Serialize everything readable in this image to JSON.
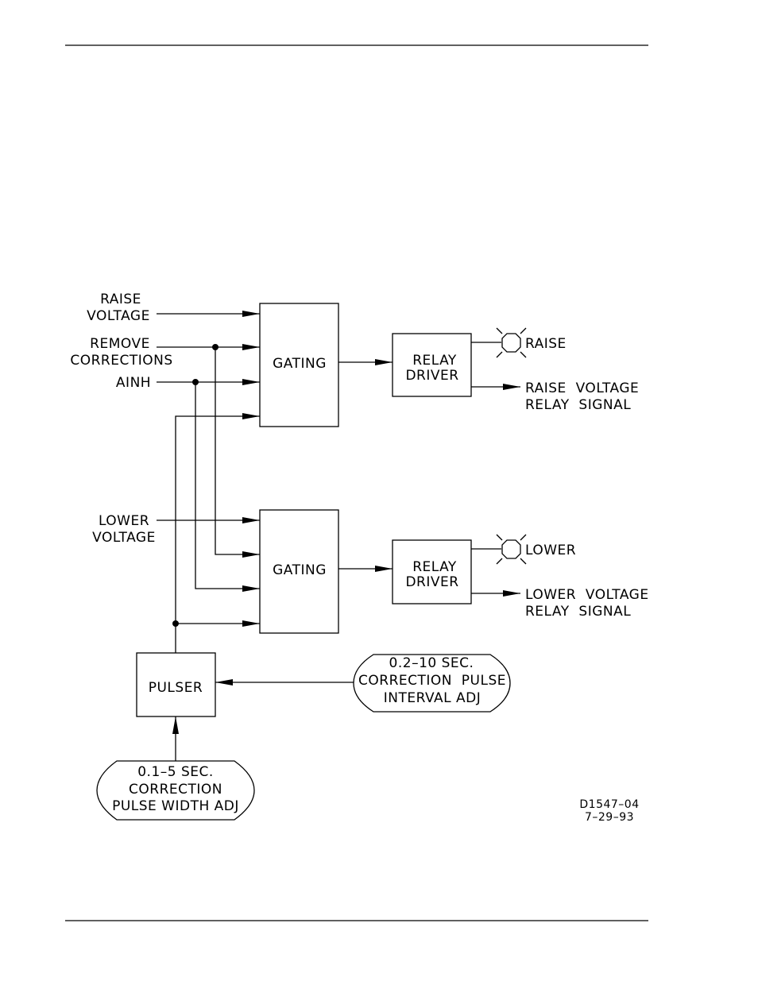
{
  "inputs": {
    "raise_voltage": [
      "RAISE",
      "VOLTAGE"
    ],
    "remove_corrections": [
      "REMOVE",
      "CORRECTIONS"
    ],
    "ainh": "AINH",
    "lower_voltage": [
      "LOWER",
      "VOLTAGE"
    ]
  },
  "blocks": {
    "gating_top": "GATING",
    "gating_bottom": "GATING",
    "relay_driver_top": [
      "RELAY",
      "DRIVER"
    ],
    "relay_driver_bottom": [
      "RELAY",
      "DRIVER"
    ],
    "pulser": "PULSER"
  },
  "outputs": {
    "raise_lamp": "RAISE",
    "raise_signal": [
      "RAISE  VOLTAGE",
      "RELAY  SIGNAL"
    ],
    "lower_lamp": "LOWER",
    "lower_signal": [
      "LOWER  VOLTAGE",
      "RELAY  SIGNAL"
    ]
  },
  "adjustments": {
    "interval": [
      "0.2–10 SEC.",
      "CORRECTION  PULSE",
      "INTERVAL ADJ"
    ],
    "width": [
      "0.1–5 SEC.",
      "CORRECTION",
      "PULSE WIDTH ADJ"
    ]
  },
  "drawing_id": [
    "D1547–04",
    "7–29–93"
  ]
}
